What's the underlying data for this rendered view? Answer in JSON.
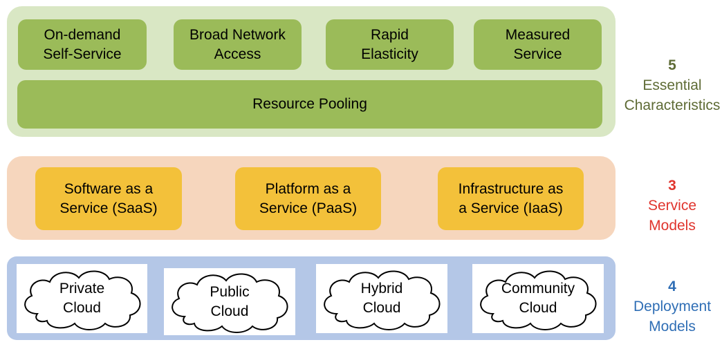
{
  "essential": {
    "number": "5",
    "label_line1": "Essential",
    "label_line2": "Characteristics",
    "items": [
      {
        "line1": "On-demand",
        "line2": "Self-Service"
      },
      {
        "line1": "Broad Network",
        "line2": "Access"
      },
      {
        "line1": "Rapid",
        "line2": "Elasticity"
      },
      {
        "line1": "Measured",
        "line2": "Service"
      }
    ],
    "pooling": "Resource Pooling"
  },
  "service": {
    "number": "3",
    "label_line1": "Service",
    "label_line2": "Models",
    "items": [
      {
        "line1": "Software as a",
        "line2": "Service (SaaS)"
      },
      {
        "line1": "Platform as a",
        "line2": "Service (PaaS)"
      },
      {
        "line1": "Infrastructure as",
        "line2": "a Service (IaaS)"
      }
    ]
  },
  "deployment": {
    "number": "4",
    "label_line1": "Deployment",
    "label_line2": "Models",
    "items": [
      {
        "line1": "Private",
        "line2": "Cloud"
      },
      {
        "line1": "Public",
        "line2": "Cloud"
      },
      {
        "line1": "Hybrid",
        "line2": "Cloud"
      },
      {
        "line1": "Community",
        "line2": "Cloud"
      }
    ]
  },
  "colors": {
    "green_band": "#d9e7c4",
    "green_box": "#9bbb59",
    "orange_band": "#f6d6bd",
    "orange_box": "#f3c13a",
    "blue_band": "#b4c7e7",
    "green_text": "#5e6b35",
    "red_text": "#e0342d",
    "blue_text": "#2f6eb5"
  }
}
